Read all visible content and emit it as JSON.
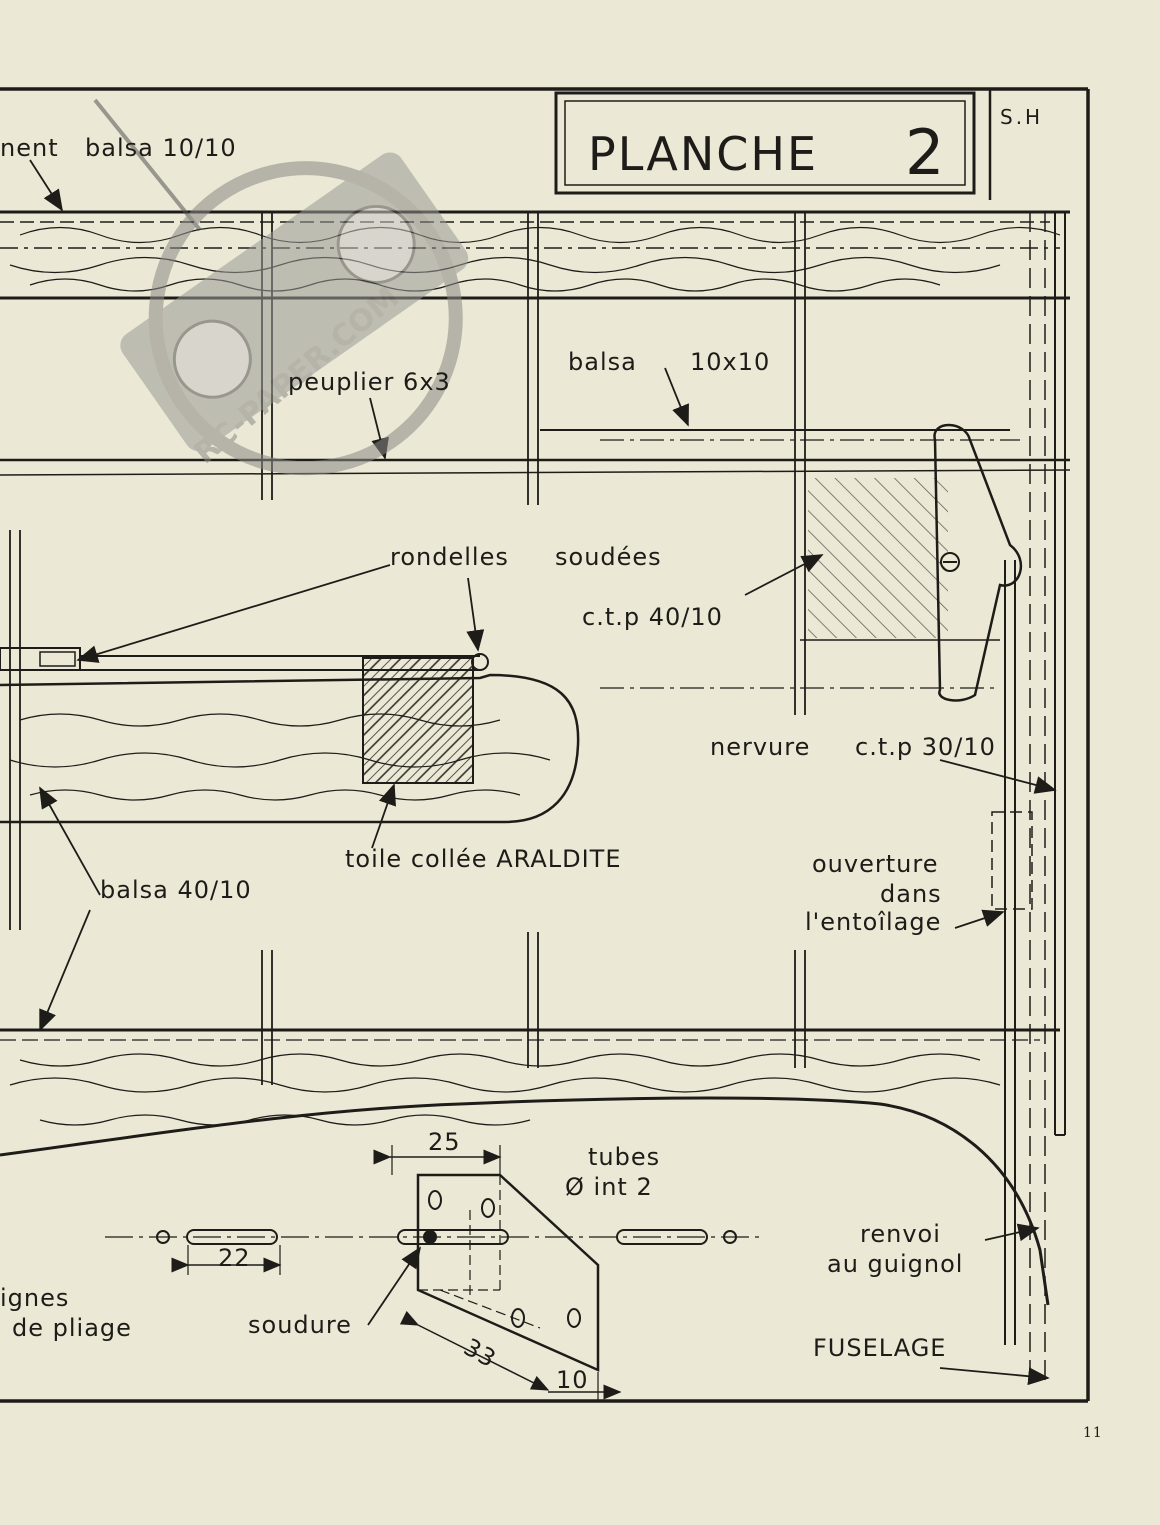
{
  "title": "PLANCHE",
  "plate_number": "2",
  "corner_code": "S.H",
  "page_number": "11",
  "watermark": "RC-PAPER.COM",
  "labels": {
    "top_left": "nent",
    "balsa_10_10": "balsa 10/10",
    "balsa_word": "balsa",
    "dim_10x10": "10x10",
    "peuplier": "peuplier 6x3",
    "rondelles": "rondelles",
    "soudees": "soudées",
    "ctp_40_10": "c.t.p 40/10",
    "nervure": "nervure",
    "ctp_30_10": "c.t.p 30/10",
    "toile": "toile collée ARALDITE",
    "ouverture": "ouverture",
    "dans": "dans",
    "entoilage": "l'entoîlage",
    "balsa_40_10": "balsa 40/10",
    "tubes": "tubes",
    "diam_int": "Ø int 2",
    "renvoi": "renvoi",
    "au_guignol": "au guignol",
    "lignes": "ignes",
    "de_pliage": "de pliage",
    "soudure": "soudure",
    "fuselage": "FUSELAGE"
  },
  "dimensions": {
    "d25": "25",
    "d22": "22",
    "d33": "33",
    "d10": "10"
  }
}
